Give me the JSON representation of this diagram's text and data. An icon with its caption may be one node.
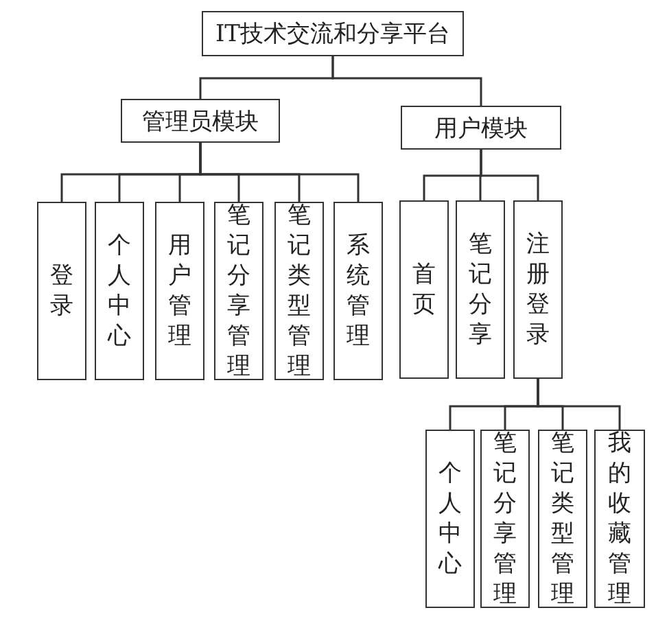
{
  "diagram": {
    "nodes": [
      {
        "text": [
          "IT技术交流和分享平台"
        ]
      },
      {
        "text": [
          "管理员模块"
        ]
      },
      {
        "text": [
          "用户模块"
        ]
      },
      {
        "text": [
          "登录"
        ]
      },
      {
        "text": [
          "个人中心"
        ]
      },
      {
        "text": [
          "用户管理"
        ]
      },
      {
        "text": [
          "笔记分享管理"
        ]
      },
      {
        "text": [
          "笔记类型管理"
        ]
      },
      {
        "text": [
          "系统管理"
        ]
      },
      {
        "text": [
          "首页"
        ]
      },
      {
        "text": [
          "笔记分享"
        ]
      },
      {
        "text": [
          "注册登录"
        ]
      },
      {
        "text": [
          "个人中心"
        ]
      },
      {
        "text": [
          "笔记分享管理"
        ]
      },
      {
        "text": [
          "笔记类型管理"
        ]
      },
      {
        "text": [
          "我的收藏管理"
        ]
      }
    ],
    "edges": [
      {
        "from": 0,
        "to": 1,
        "arrow": "none"
      },
      {
        "from": 0,
        "to": 2,
        "arrow": "none"
      },
      {
        "from": 1,
        "to": 3,
        "arrow": "none"
      },
      {
        "from": 1,
        "to": 4,
        "arrow": "none"
      },
      {
        "from": 1,
        "to": 5,
        "arrow": "none"
      },
      {
        "from": 1,
        "to": 6,
        "arrow": "none"
      },
      {
        "from": 1,
        "to": 7,
        "arrow": "none"
      },
      {
        "from": 1,
        "to": 8,
        "arrow": "none"
      },
      {
        "from": 2,
        "to": 9,
        "arrow": "none"
      },
      {
        "from": 2,
        "to": 10,
        "arrow": "none"
      },
      {
        "from": 2,
        "to": 11,
        "arrow": "none"
      },
      {
        "from": 11,
        "to": 12,
        "arrow": "none"
      },
      {
        "from": 11,
        "to": 13,
        "arrow": "none"
      },
      {
        "from": 11,
        "to": 14,
        "arrow": "none"
      },
      {
        "from": 11,
        "to": 15,
        "arrow": "none"
      }
    ]
  }
}
